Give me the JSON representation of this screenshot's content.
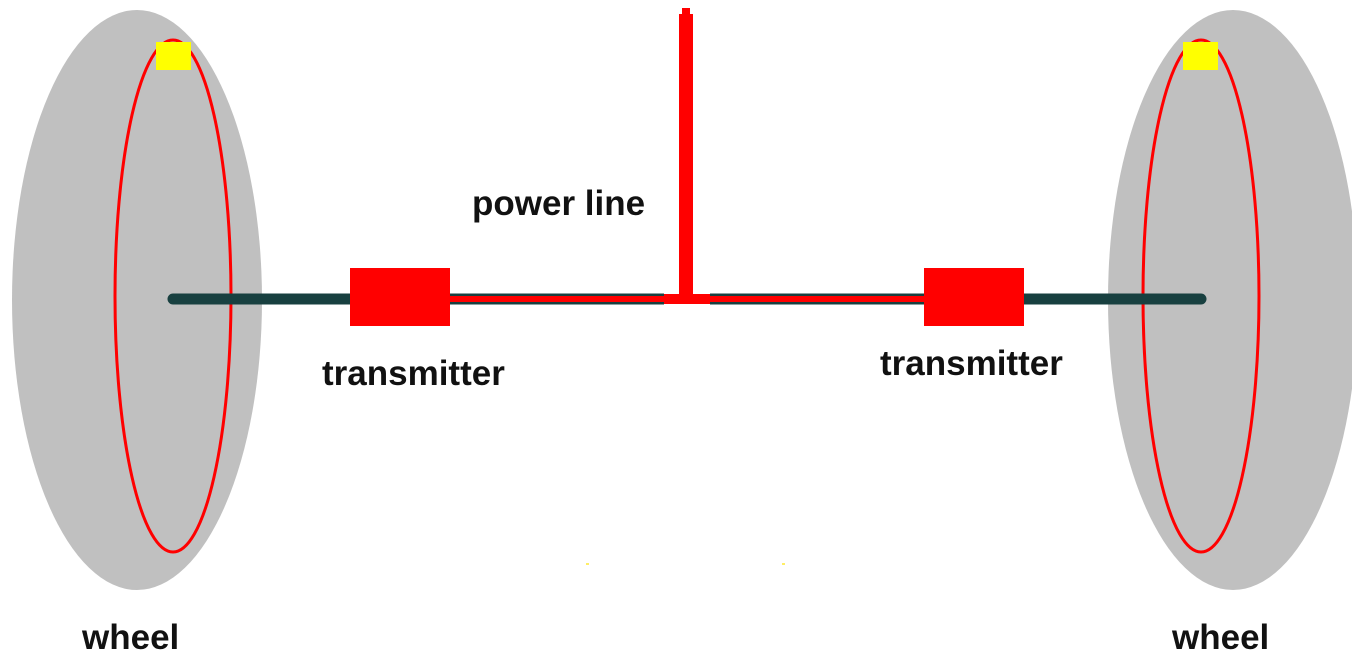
{
  "labels": {
    "power_line": "power line",
    "transmitter_left": "transmitter",
    "transmitter_right": "transmitter",
    "wheel_left": "wheel",
    "wheel_right": "wheel"
  },
  "colors": {
    "wheel_fill": "#c0c0c0",
    "loop_stroke": "#ff0000",
    "sensor_fill": "#ffff00",
    "axle": "#184040",
    "power_line": "#ff0000",
    "transmitter_fill": "#ff0000",
    "text": "#111111"
  }
}
